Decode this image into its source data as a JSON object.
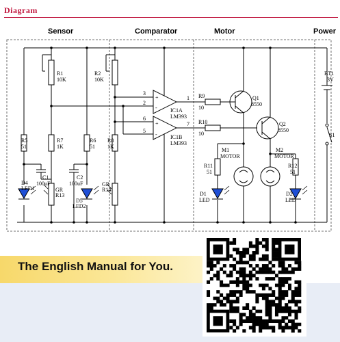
{
  "diagram_title": "Diagram",
  "sections": {
    "sensor": "Sensor",
    "comparator": "Comparator",
    "motor": "Motor",
    "power": "Power"
  },
  "labels": {
    "r1": "R1",
    "r1v": "10K",
    "r2": "R2",
    "r2v": "10K",
    "r5": "R5",
    "r5v": "51",
    "r7": "R7",
    "r7v": "1K",
    "r6": "R6",
    "r6v": "51",
    "r8": "R8",
    "r8v": "1K",
    "c1": "C1",
    "c1v": "100uF",
    "c2": "C2",
    "c2v": "100uF",
    "d4": "D4",
    "d4v": "LED1",
    "d5": "D5",
    "d5v": "LED2",
    "gr1": "GR",
    "gr1v": "R13",
    "gr2": "GR",
    "gr2v": "R14",
    "ic1a": "IC1A",
    "ic1av": "LM393",
    "ic1b": "IC1B",
    "ic1bv": "LM393",
    "pin3": "3",
    "pin2": "2",
    "pin1": "1",
    "pin6": "6",
    "pin5": "5",
    "pin7": "7",
    "plus1": "+",
    "minus1": "-",
    "plus2": "+",
    "minus2": "-",
    "r9": "R9",
    "r9v": "10",
    "r10": "R10",
    "r10v": "10",
    "q1": "Q1",
    "q1v": "8550",
    "q2": "Q2",
    "q2v": "8550",
    "m1": "M1",
    "m1v": "MOTOR",
    "m2": "M2",
    "m2v": "MOTOR",
    "r11": "R11",
    "r11v": "51",
    "r12": "R12",
    "r12v": "51",
    "d1": "D1",
    "d1v": "LED",
    "d2": "D2",
    "d2v": "LED",
    "bt1": "BT1",
    "bt1v": "3V",
    "s1": "S1"
  },
  "banner_text": "The English Manual for You.",
  "colors": {
    "title": "#c0143c",
    "banner": "#f7d86a",
    "led": "#1f4fd6",
    "band": "#e8edf6"
  }
}
